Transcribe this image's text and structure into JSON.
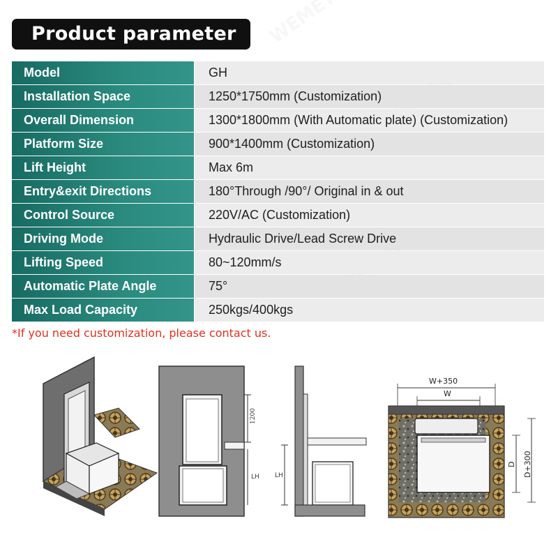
{
  "title": "Product parameter",
  "rows": [
    {
      "key": "Model",
      "value": "GH"
    },
    {
      "key": "Installation Space",
      "value": "1250*1750mm (Customization)"
    },
    {
      "key": "Overall Dimension",
      "value": "1300*1800mm (With Automatic plate) (Customization)"
    },
    {
      "key": "Platform Size",
      "value": "900*1400mm (Customization)"
    },
    {
      "key": "Lift Height",
      "value": "Max 6m"
    },
    {
      "key": "Entry&exit Directions",
      "value": "180°Through /90°/ Original in & out"
    },
    {
      "key": "Control Source",
      "value": "220V/AC  (Customization)"
    },
    {
      "key": "Driving Mode",
      "value": "Hydraulic Drive/Lead Screw Drive"
    },
    {
      "key": "Lifting Speed",
      "value": "80~120mm/s"
    },
    {
      "key": "Automatic Plate Angle",
      "value": "75°"
    },
    {
      "key": "Max Load Capacity",
      "value": "250kgs/400kgs"
    }
  ],
  "note": "*If you need customization, please contact us.",
  "watermark": "WEMET",
  "drawing_labels": {
    "front_dim": "1200",
    "front_lh": "LH",
    "side_lh": "LH",
    "top_width_outer": "W+350",
    "top_width_inner": "W",
    "top_depth_inner": "D",
    "top_depth_outer": "D+300"
  },
  "colors": {
    "header_bg": "#101010",
    "key_bg": "#1f7a70",
    "value_bg": "#ececec",
    "note": "#e0301e"
  }
}
